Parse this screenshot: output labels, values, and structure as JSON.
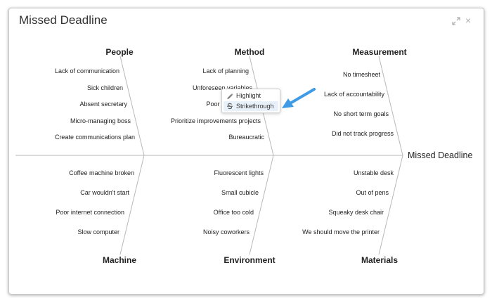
{
  "window": {
    "title": "Missed Deadline"
  },
  "effect": "Missed Deadline",
  "categories": {
    "people": "People",
    "method": "Method",
    "measurement": "Measurement",
    "machine": "Machine",
    "environment": "Environment",
    "materials": "Materials"
  },
  "causes": {
    "people": [
      "Lack of communication",
      "Sick children",
      "Absent secretary",
      "Micro-managing boss",
      "Create communications plan"
    ],
    "method": [
      "Lack of planning",
      "Unforeseen variables",
      "Poor p",
      "Prioritize improvements projects",
      "Bureaucratic"
    ],
    "measurement": [
      "No timesheet",
      "Lack of accountability",
      "No short term goals",
      "Did not track progress"
    ],
    "machine": [
      "Coffee machine broken",
      "Car wouldn't start",
      "Poor internet connection",
      "Slow computer"
    ],
    "environment": [
      "Fluorescent lights",
      "Small cubicle",
      "Office too cold",
      "Noisy coworkers"
    ],
    "materials": [
      "Unstable desk",
      "Out of pens",
      "Squeaky desk chair",
      "We should move the printer"
    ]
  },
  "context_menu": {
    "highlight": "Highlight",
    "strikethrough": "Strikethrough"
  },
  "colors": {
    "bone": "#b8b8b8",
    "arrow": "#3f9be6",
    "menu_selected": "#e8f0f9"
  }
}
